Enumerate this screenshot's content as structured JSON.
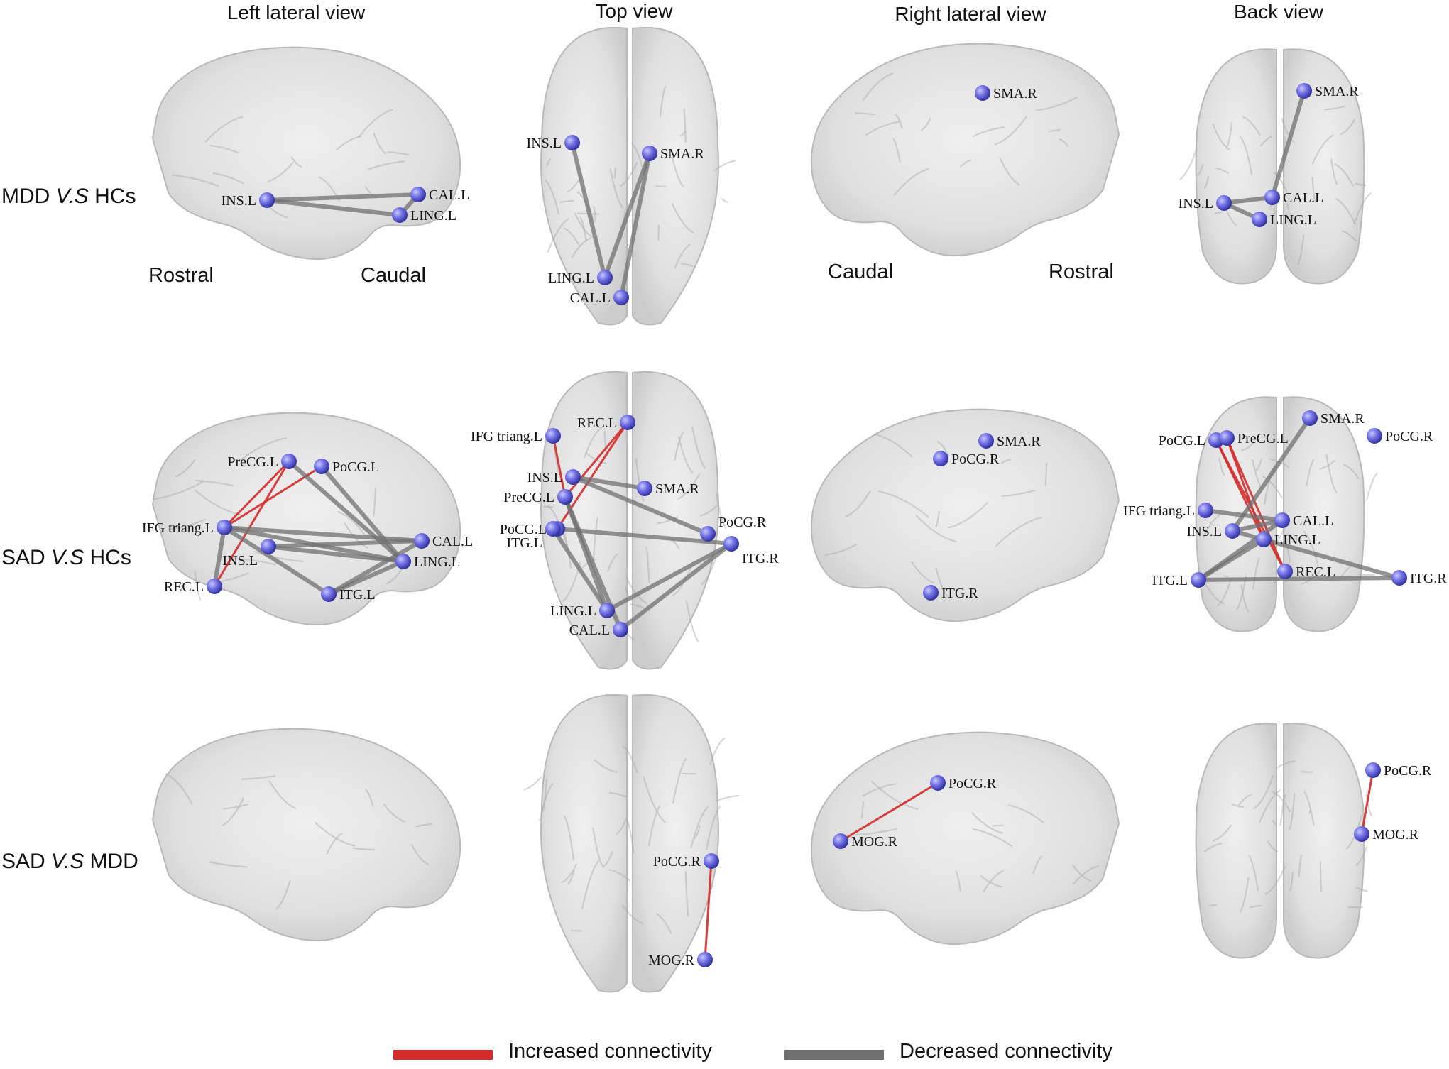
{
  "headers": {
    "left": "Left lateral view",
    "top": "Top view",
    "right": "Right lateral view",
    "back": "Back view"
  },
  "rows": [
    {
      "prefix": "MDD ",
      "vs": "V.S",
      "suffix": " HCs"
    },
    {
      "prefix": "SAD ",
      "vs": "V.S",
      "suffix": " HCs"
    },
    {
      "prefix": "SAD ",
      "vs": "V.S",
      "suffix": " MDD"
    }
  ],
  "directions": {
    "left_rostral": "Rostral",
    "left_caudal": "Caudal",
    "right_caudal": "Caudal",
    "right_rostral": "Rostral"
  },
  "legend": {
    "increased": "Increased connectivity",
    "decreased": "Decreased connectivity"
  },
  "colors": {
    "increased": "#d42a2a",
    "decreased": "#707070",
    "node": "#6f6fe0",
    "brain_fill": "#e4e4e4",
    "brain_edge": "#b9b9b9"
  },
  "panels": [
    {
      "id": "r1-left",
      "view": "lateral-left",
      "nodes": [
        {
          "id": "INS.L",
          "label": "INS.L"
        },
        {
          "id": "CAL.L",
          "label": "CAL.L"
        },
        {
          "id": "LING.L",
          "label": "LING.L"
        }
      ],
      "edges": [
        [
          "INS.L",
          "CAL.L",
          "decreased"
        ],
        [
          "INS.L",
          "LING.L",
          "decreased"
        ],
        [
          "CAL.L",
          "LING.L",
          "decreased"
        ]
      ]
    },
    {
      "id": "r1-top",
      "view": "top",
      "nodes": [
        {
          "id": "INS.L",
          "label": "INS.L"
        },
        {
          "id": "SMA.R",
          "label": "SMA.R"
        },
        {
          "id": "LING.L",
          "label": "LING.L"
        },
        {
          "id": "CAL.L",
          "label": "CAL.L"
        }
      ],
      "edges": [
        [
          "INS.L",
          "LING.L",
          "decreased"
        ],
        [
          "SMA.R",
          "CAL.L",
          "decreased"
        ],
        [
          "SMA.R",
          "LING.L",
          "decreased"
        ]
      ]
    },
    {
      "id": "r1-right",
      "view": "lateral-right",
      "nodes": [
        {
          "id": "SMA.R",
          "label": "SMA.R"
        }
      ],
      "edges": []
    },
    {
      "id": "r1-back",
      "view": "back",
      "nodes": [
        {
          "id": "SMA.R",
          "label": "SMA.R"
        },
        {
          "id": "INS.L",
          "label": "INS.L"
        },
        {
          "id": "CAL.L",
          "label": "CAL.L"
        },
        {
          "id": "LING.L",
          "label": "LING.L"
        }
      ],
      "edges": [
        [
          "INS.L",
          "CAL.L",
          "decreased"
        ],
        [
          "INS.L",
          "LING.L",
          "decreased"
        ],
        [
          "SMA.R",
          "CAL.L",
          "decreased"
        ]
      ]
    },
    {
      "id": "r2-left",
      "view": "lateral-left",
      "nodes": [
        {
          "id": "PreCG.L",
          "label": "PreCG.L"
        },
        {
          "id": "PoCG.L",
          "label": "PoCG.L"
        },
        {
          "id": "IFG triang.L",
          "label": "IFG triang.L"
        },
        {
          "id": "INS.L",
          "label": "INS.L"
        },
        {
          "id": "CAL.L",
          "label": "CAL.L"
        },
        {
          "id": "LING.L",
          "label": "LING.L"
        },
        {
          "id": "REC.L",
          "label": "REC.L"
        },
        {
          "id": "ITG.L",
          "label": "ITG.L"
        }
      ],
      "edges": [
        [
          "PreCG.L",
          "IFG triang.L",
          "increased"
        ],
        [
          "PreCG.L",
          "REC.L",
          "increased"
        ],
        [
          "PoCG.L",
          "IFG triang.L",
          "increased"
        ],
        [
          "PoCG.L",
          "LING.L",
          "decreased"
        ],
        [
          "IFG triang.L",
          "CAL.L",
          "decreased"
        ],
        [
          "IFG triang.L",
          "LING.L",
          "decreased"
        ],
        [
          "IFG triang.L",
          "ITG.L",
          "decreased"
        ],
        [
          "INS.L",
          "CAL.L",
          "decreased"
        ],
        [
          "INS.L",
          "LING.L",
          "decreased"
        ],
        [
          "ITG.L",
          "CAL.L",
          "decreased"
        ],
        [
          "ITG.L",
          "LING.L",
          "decreased"
        ],
        [
          "REC.L",
          "IFG triang.L",
          "decreased"
        ],
        [
          "PreCG.L",
          "LING.L",
          "decreased"
        ]
      ]
    },
    {
      "id": "r2-top",
      "view": "top",
      "nodes": [
        {
          "id": "REC.L",
          "label": "REC.L"
        },
        {
          "id": "IFG triang.L",
          "label": "IFG triang.L"
        },
        {
          "id": "INS.L",
          "label": "INS.L"
        },
        {
          "id": "PreCG.L",
          "label": "PreCG.L"
        },
        {
          "id": "SMA.R",
          "label": "SMA.R"
        },
        {
          "id": "PoCG.L",
          "label": "PoCG.L"
        },
        {
          "id": "ITG.L",
          "label": "ITG.L"
        },
        {
          "id": "PoCG.R",
          "label": "PoCG.R"
        },
        {
          "id": "ITG.R",
          "label": "ITG.R"
        },
        {
          "id": "LING.L",
          "label": "LING.L"
        },
        {
          "id": "CAL.L",
          "label": "CAL.L"
        }
      ],
      "edges": [
        [
          "REC.L",
          "PreCG.L",
          "increased"
        ],
        [
          "REC.L",
          "PoCG.L",
          "increased"
        ],
        [
          "IFG triang.L",
          "PreCG.L",
          "increased"
        ],
        [
          "INS.L",
          "SMA.R",
          "decreased"
        ],
        [
          "INS.L",
          "PoCG.R",
          "decreased"
        ],
        [
          "PreCG.L",
          "LING.L",
          "decreased"
        ],
        [
          "PreCG.L",
          "CAL.L",
          "decreased"
        ],
        [
          "PoCG.L",
          "ITG.R",
          "decreased"
        ],
        [
          "LING.L",
          "ITG.R",
          "decreased"
        ],
        [
          "CAL.L",
          "ITG.R",
          "decreased"
        ],
        [
          "ITG.L",
          "LING.L",
          "decreased"
        ]
      ]
    },
    {
      "id": "r2-right",
      "view": "lateral-right",
      "nodes": [
        {
          "id": "SMA.R",
          "label": "SMA.R"
        },
        {
          "id": "PoCG.R",
          "label": "PoCG.R"
        },
        {
          "id": "ITG.R",
          "label": "ITG.R"
        }
      ],
      "edges": []
    },
    {
      "id": "r2-back",
      "view": "back",
      "nodes": [
        {
          "id": "SMA.R",
          "label": "SMA.R"
        },
        {
          "id": "PoCG.L",
          "label": "PoCG.L"
        },
        {
          "id": "PreCG.L",
          "label": "PreCG.L"
        },
        {
          "id": "PoCG.R",
          "label": "PoCG.R"
        },
        {
          "id": "IFG triang.L",
          "label": "IFG triang.L"
        },
        {
          "id": "CAL.L",
          "label": "CAL.L"
        },
        {
          "id": "INS.L",
          "label": "INS.L"
        },
        {
          "id": "LING.L",
          "label": "LING.L"
        },
        {
          "id": "ITG.L",
          "label": "ITG.L"
        },
        {
          "id": "REC.L",
          "label": "REC.L"
        },
        {
          "id": "ITG.R",
          "label": "ITG.R"
        }
      ],
      "edges": [
        [
          "PoCG.L",
          "LING.L",
          "increased"
        ],
        [
          "PreCG.L",
          "LING.L",
          "increased"
        ],
        [
          "PoCG.L",
          "REC.L",
          "increased"
        ],
        [
          "PreCG.L",
          "REC.L",
          "increased"
        ],
        [
          "ITG.L",
          "ITG.R",
          "decreased"
        ],
        [
          "ITG.L",
          "CAL.L",
          "decreased"
        ],
        [
          "ITG.L",
          "LING.L",
          "decreased"
        ],
        [
          "INS.L",
          "CAL.L",
          "decreased"
        ],
        [
          "INS.L",
          "LING.L",
          "decreased"
        ],
        [
          "IFG triang.L",
          "CAL.L",
          "decreased"
        ],
        [
          "LING.L",
          "ITG.R",
          "decreased"
        ],
        [
          "SMA.R",
          "INS.L",
          "decreased"
        ]
      ]
    },
    {
      "id": "r3-left",
      "view": "lateral-left",
      "nodes": [],
      "edges": []
    },
    {
      "id": "r3-top",
      "view": "top",
      "nodes": [
        {
          "id": "PoCG.R",
          "label": "PoCG.R"
        },
        {
          "id": "MOG.R",
          "label": "MOG.R"
        }
      ],
      "edges": [
        [
          "PoCG.R",
          "MOG.R",
          "increased"
        ]
      ]
    },
    {
      "id": "r3-right",
      "view": "lateral-right",
      "nodes": [
        {
          "id": "PoCG.R",
          "label": "PoCG.R"
        },
        {
          "id": "MOG.R",
          "label": "MOG.R"
        }
      ],
      "edges": [
        [
          "PoCG.R",
          "MOG.R",
          "increased"
        ]
      ]
    },
    {
      "id": "r3-back",
      "view": "back",
      "nodes": [
        {
          "id": "PoCG.R",
          "label": "PoCG.R"
        },
        {
          "id": "MOG.R",
          "label": "MOG.R"
        }
      ],
      "edges": [
        [
          "PoCG.R",
          "MOG.R",
          "increased"
        ]
      ]
    }
  ]
}
